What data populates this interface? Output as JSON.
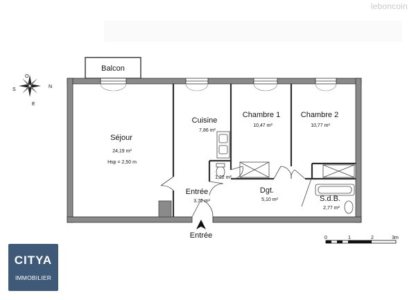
{
  "watermark": "leboncoin",
  "logo": {
    "line1": "CITYA",
    "line2": "IMMOBILIER"
  },
  "compass": {
    "n": "N",
    "e": "E",
    "s": "S",
    "o": "O"
  },
  "rooms": {
    "balcon": {
      "name": "Balcon"
    },
    "sejour": {
      "name": "Séjour",
      "area": "24,19 m²",
      "hsp": "Hsp = 2,50 m"
    },
    "cuisine": {
      "name": "Cuisine",
      "area": "7,86 m²"
    },
    "chambre1": {
      "name": "Chambre 1",
      "area": "10,47 m²"
    },
    "chambre2": {
      "name": "Chambre 2",
      "area": "10,77 m²"
    },
    "wc": {
      "area": "1,22 m²"
    },
    "entree": {
      "name": "Entrée",
      "area": "3,72 m²"
    },
    "dgt": {
      "name": "Dgt.",
      "area": "5,10 m²"
    },
    "sdb": {
      "name": "S.d.B.",
      "area": "2,77 m²"
    }
  },
  "entrance_label": "Entrée",
  "scale": {
    "ticks": [
      "0",
      "1",
      "2",
      "3m"
    ]
  }
}
